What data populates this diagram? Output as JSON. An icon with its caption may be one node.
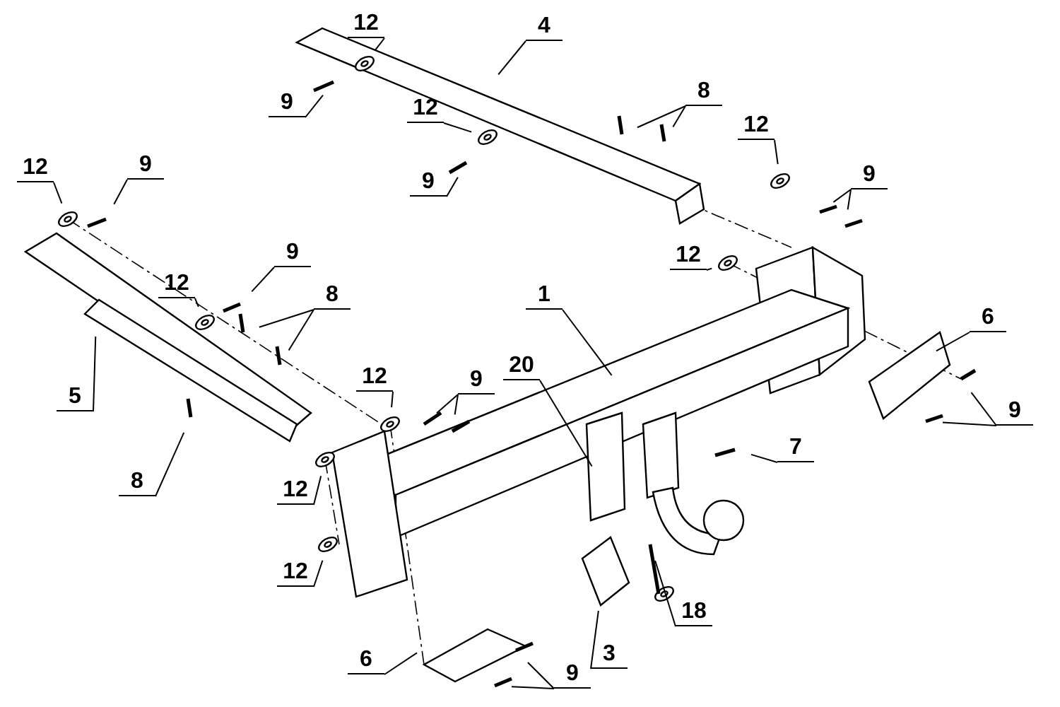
{
  "diagram": {
    "nodes": [
      {
        "text": [
          "12"
        ]
      },
      {
        "text": [
          "9"
        ]
      },
      {
        "text": [
          "4"
        ]
      },
      {
        "text": [
          "8"
        ]
      },
      {
        "text": [
          "12"
        ]
      },
      {
        "text": [
          "9"
        ]
      },
      {
        "text": [
          "12"
        ]
      },
      {
        "text": [
          "9"
        ]
      },
      {
        "text": [
          "12"
        ]
      },
      {
        "text": [
          "9"
        ]
      },
      {
        "text": [
          "12"
        ]
      },
      {
        "text": [
          "9"
        ]
      },
      {
        "text": [
          "8"
        ]
      },
      {
        "text": [
          "12"
        ]
      },
      {
        "text": [
          "1"
        ]
      },
      {
        "text": [
          "6"
        ]
      },
      {
        "text": [
          "12"
        ]
      },
      {
        "text": [
          "9"
        ]
      },
      {
        "text": [
          "20"
        ]
      },
      {
        "text": [
          "5"
        ]
      },
      {
        "text": [
          "9"
        ]
      },
      {
        "text": [
          "7"
        ]
      },
      {
        "text": [
          "8"
        ]
      },
      {
        "text": [
          "12"
        ]
      },
      {
        "text": [
          "12"
        ]
      },
      {
        "text": [
          "18"
        ]
      },
      {
        "text": [
          "3"
        ]
      },
      {
        "text": [
          "6"
        ]
      },
      {
        "text": [
          "9"
        ]
      }
    ],
    "edges": [
      {
        "from": 0,
        "to": null,
        "arrow": "none"
      },
      {
        "from": 1,
        "to": null,
        "arrow": "none"
      },
      {
        "from": 2,
        "to": null,
        "arrow": "none"
      },
      {
        "from": 3,
        "to": null,
        "arrow": "none"
      },
      {
        "from": 3,
        "to": null,
        "arrow": "none"
      },
      {
        "from": 4,
        "to": null,
        "arrow": "none"
      },
      {
        "from": 5,
        "to": null,
        "arrow": "none"
      },
      {
        "from": 6,
        "to": null,
        "arrow": "none"
      },
      {
        "from": 7,
        "to": null,
        "arrow": "none"
      },
      {
        "from": 7,
        "to": null,
        "arrow": "none"
      },
      {
        "from": 8,
        "to": null,
        "arrow": "none"
      },
      {
        "from": 9,
        "to": null,
        "arrow": "none"
      },
      {
        "from": 10,
        "to": null,
        "arrow": "none"
      },
      {
        "from": 11,
        "to": null,
        "arrow": "none"
      },
      {
        "from": 12,
        "to": null,
        "arrow": "none"
      },
      {
        "from": 12,
        "to": null,
        "arrow": "none"
      },
      {
        "from": 13,
        "to": null,
        "arrow": "none"
      },
      {
        "from": 14,
        "to": null,
        "arrow": "none"
      },
      {
        "from": 15,
        "to": null,
        "arrow": "none"
      },
      {
        "from": 16,
        "to": null,
        "arrow": "none"
      },
      {
        "from": 17,
        "to": null,
        "arrow": "none"
      },
      {
        "from": 17,
        "to": null,
        "arrow": "none"
      },
      {
        "from": 18,
        "to": null,
        "arrow": "none"
      },
      {
        "from": 19,
        "to": null,
        "arrow": "none"
      },
      {
        "from": 20,
        "to": null,
        "arrow": "none"
      },
      {
        "from": 20,
        "to": null,
        "arrow": "none"
      },
      {
        "from": 21,
        "to": null,
        "arrow": "none"
      },
      {
        "from": 22,
        "to": null,
        "arrow": "none"
      },
      {
        "from": 23,
        "to": null,
        "arrow": "none"
      },
      {
        "from": 24,
        "to": null,
        "arrow": "none"
      },
      {
        "from": 25,
        "to": null,
        "arrow": "none"
      },
      {
        "from": 26,
        "to": null,
        "arrow": "none"
      },
      {
        "from": 27,
        "to": null,
        "arrow": "none"
      },
      {
        "from": 28,
        "to": null,
        "arrow": "none"
      },
      {
        "from": 28,
        "to": null,
        "arrow": "none"
      }
    ]
  }
}
